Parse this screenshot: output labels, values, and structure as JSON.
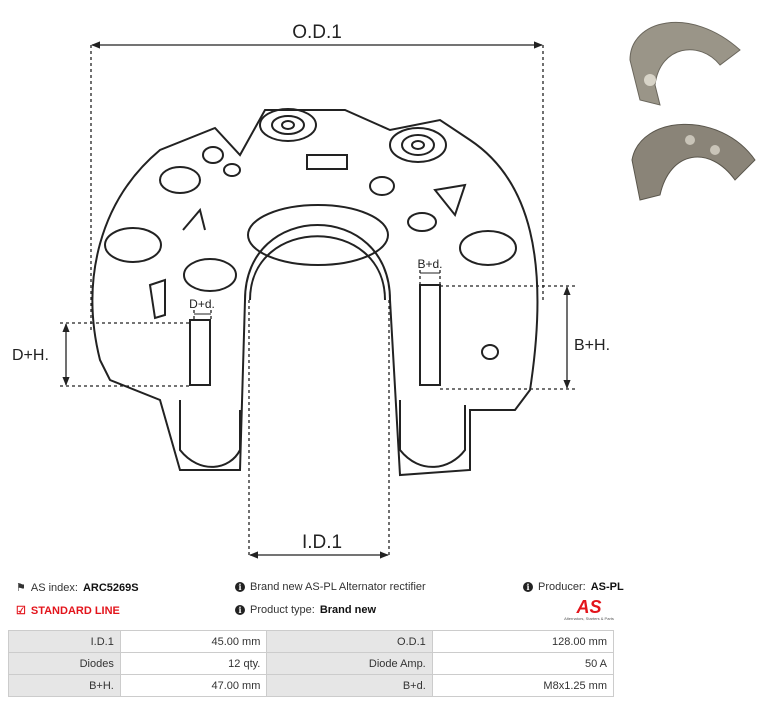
{
  "dimensions": {
    "od": "O.D.1",
    "id": "I.D.1",
    "dh": "D+H.",
    "dd": "D+d.",
    "bh": "B+H.",
    "bd": "B+d."
  },
  "info": {
    "as_index_label": "AS index:",
    "as_index": "ARC5269S",
    "standard_line": "STANDARD LINE",
    "description": "Brand new AS-PL Alternator rectifier",
    "product_type_label": "Product type:",
    "product_type": "Brand new",
    "producer_label": "Producer:",
    "producer": "AS-PL",
    "logo_text": "AS",
    "logo_tagline": "Alternators, Starters & Parts"
  },
  "accent": "#e3141b",
  "specs": [
    [
      {
        "label": "I.D.1",
        "value": "45.00 mm"
      },
      {
        "label": "O.D.1",
        "value": "128.00 mm"
      }
    ],
    [
      {
        "label": "Diodes",
        "value": "12 qty."
      },
      {
        "label": "Diode Amp.",
        "value": "50 A"
      }
    ],
    [
      {
        "label": "B+H.",
        "value": "47.00 mm"
      },
      {
        "label": "B+d.",
        "value": "M8x1.25 mm"
      }
    ]
  ]
}
